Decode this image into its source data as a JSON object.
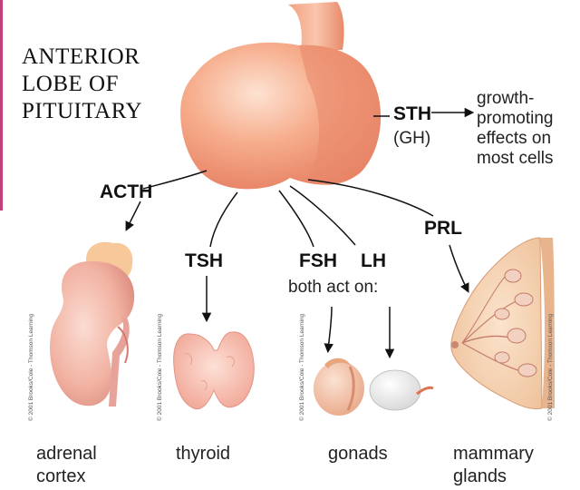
{
  "source_gland": {
    "title_lines": [
      "ANTERIOR",
      "LOBE OF",
      "PITUITARY"
    ]
  },
  "hormones": {
    "sth": {
      "label": "STH",
      "alias": "(GH)"
    },
    "acth": {
      "label": "ACTH"
    },
    "tsh": {
      "label": "TSH"
    },
    "fsh": {
      "label": "FSH"
    },
    "lh": {
      "label": "LH"
    },
    "prl": {
      "label": "PRL"
    }
  },
  "effects": {
    "sth_target_lines": [
      "growth-",
      "promoting",
      "effects on",
      "most cells"
    ],
    "shared_note": "both act on:"
  },
  "targets": {
    "adrenal": [
      "adrenal",
      "cortex"
    ],
    "thyroid": [
      "thyroid"
    ],
    "gonads": [
      "gonads"
    ],
    "mammary": [
      "mammary",
      "glands"
    ]
  },
  "credits": {
    "adrenal": "© 2001 Brooks/Cole - Thomson Learning",
    "thyroid": "© 2001 Brooks/Cole - Thomson Learning",
    "gonads": "© 2001 Brooks/Cole - Thomson Learning",
    "mammary": "© 2001 Brooks/Cole - Thomson Learning"
  },
  "colors": {
    "gland_fill": "#f3a07e",
    "gland_shade": "#e58063",
    "organ_pink": "#f6c0b0",
    "organ_shadow": "#e89e8a",
    "adrenal_cap": "#f8cfa2",
    "left_edge_bar": "#c0407a"
  }
}
